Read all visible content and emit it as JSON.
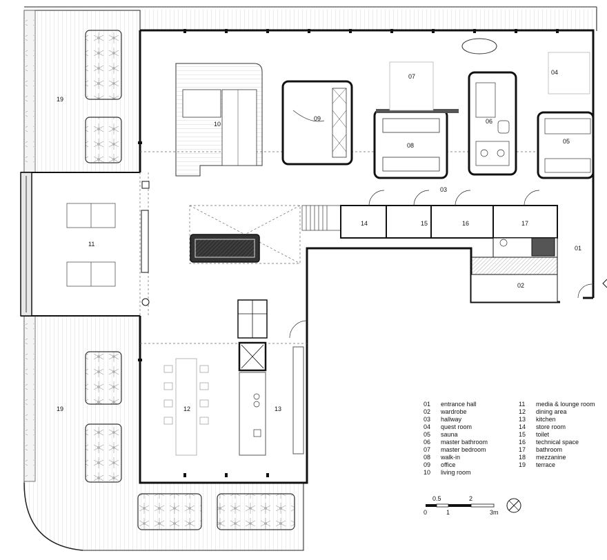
{
  "rooms": [
    {
      "id": "19",
      "key": "terrace-north"
    },
    {
      "id": "10",
      "key": "living-room"
    },
    {
      "id": "09",
      "key": "office"
    },
    {
      "id": "07",
      "key": "master-bedroom"
    },
    {
      "id": "08",
      "key": "walk-in"
    },
    {
      "id": "06",
      "key": "master-bathroom"
    },
    {
      "id": "04",
      "key": "guest-room"
    },
    {
      "id": "05",
      "key": "sauna"
    },
    {
      "id": "03",
      "key": "hallway"
    },
    {
      "id": "11",
      "key": "media-lounge-room"
    },
    {
      "id": "14",
      "key": "store-room"
    },
    {
      "id": "15",
      "key": "toilet"
    },
    {
      "id": "16",
      "key": "technical-space"
    },
    {
      "id": "17",
      "key": "bathroom"
    },
    {
      "id": "01",
      "key": "entrance-hall"
    },
    {
      "id": "02",
      "key": "wardrobe"
    },
    {
      "id": "12",
      "key": "dining-area"
    },
    {
      "id": "13",
      "key": "kitchen"
    },
    {
      "id": "19",
      "key": "terrace-south"
    }
  ],
  "legend": {
    "col1": [
      {
        "num": "01",
        "label": "entrance hall"
      },
      {
        "num": "02",
        "label": "wardrobe"
      },
      {
        "num": "03",
        "label": "hallway"
      },
      {
        "num": "04",
        "label": "quest room"
      },
      {
        "num": "05",
        "label": "sauna"
      },
      {
        "num": "06",
        "label": "master bathroom"
      },
      {
        "num": "07",
        "label": "master bedroom"
      },
      {
        "num": "08",
        "label": "walk-in"
      },
      {
        "num": "09",
        "label": "office"
      },
      {
        "num": "10",
        "label": "living room"
      }
    ],
    "col2": [
      {
        "num": "11",
        "label": "media & lounge room"
      },
      {
        "num": "12",
        "label": "dining area"
      },
      {
        "num": "13",
        "label": "kitchen"
      },
      {
        "num": "14",
        "label": "store room"
      },
      {
        "num": "15",
        "label": "toilet"
      },
      {
        "num": "16",
        "label": "technical space"
      },
      {
        "num": "17",
        "label": "bathroom"
      },
      {
        "num": "18",
        "label": "mezzanine"
      },
      {
        "num": "19",
        "label": "terrace"
      }
    ]
  },
  "scale": {
    "top_labels": [
      "0.5",
      "2"
    ],
    "bottom_labels": [
      "0",
      "1",
      "3m"
    ]
  },
  "icons": {
    "north": "north-arrow-icon",
    "entry": "entry-arrow-icon"
  },
  "colors": {
    "line": "#1a1a1a",
    "fill_dark": "#3a3a3a",
    "planter": "#f2f2f2"
  }
}
